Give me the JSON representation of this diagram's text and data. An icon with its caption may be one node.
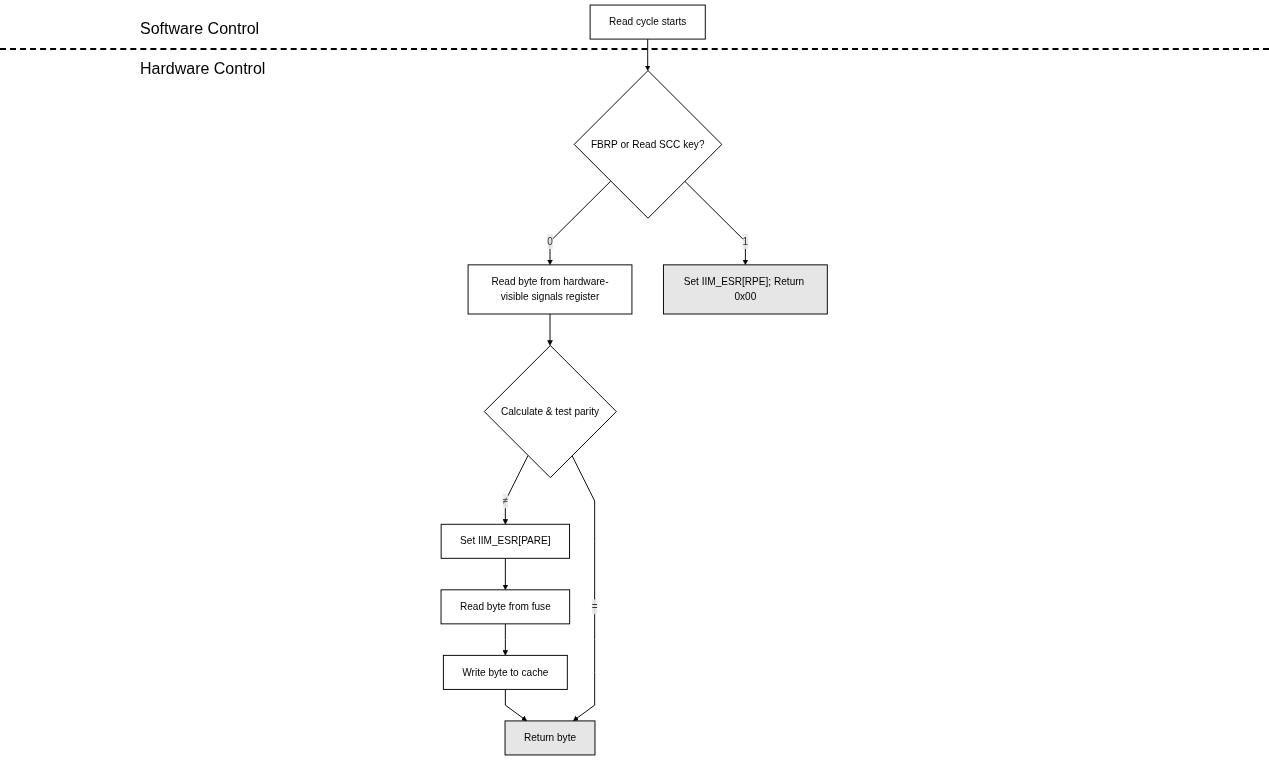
{
  "diagram": {
    "nodes": [
      {
        "text": [
          "Read cycle starts"
        ]
      },
      {
        "text": [
          "FBRP or Read SCC key?"
        ]
      },
      {
        "text": [
          "Read byte from hardware-visible signals register"
        ]
      },
      {
        "text": [
          "Set IIM_ESR[RPE]; Return 0x00"
        ]
      },
      {
        "text": [
          "Calculate & test parity"
        ]
      },
      {
        "text": [
          "Set IIM_ESR[PARE]"
        ]
      },
      {
        "text": [
          "Read byte from fuse"
        ]
      },
      {
        "text": [
          "Write byte to cache"
        ]
      },
      {
        "text": [
          "Return byte"
        ]
      }
    ],
    "edges": [
      {
        "from": 0,
        "to": 1,
        "arrow": "to"
      },
      {
        "from": 1,
        "to": 3,
        "arrow": "to",
        "label": "1"
      },
      {
        "from": 1,
        "to": 2,
        "arrow": "to",
        "label": "0"
      },
      {
        "from": 2,
        "to": 4,
        "arrow": "to"
      },
      {
        "from": 4,
        "to": 5,
        "arrow": "to",
        "label": "≠"
      },
      {
        "from": 5,
        "to": 6,
        "arrow": "to"
      },
      {
        "from": 6,
        "to": 7,
        "arrow": "to"
      },
      {
        "from": 7,
        "to": 8,
        "arrow": "to"
      },
      {
        "from": 4,
        "to": 8,
        "arrow": "to",
        "label": "="
      }
    ],
    "labels": [
      "Software Control",
      "Hardware Control"
    ]
  }
}
